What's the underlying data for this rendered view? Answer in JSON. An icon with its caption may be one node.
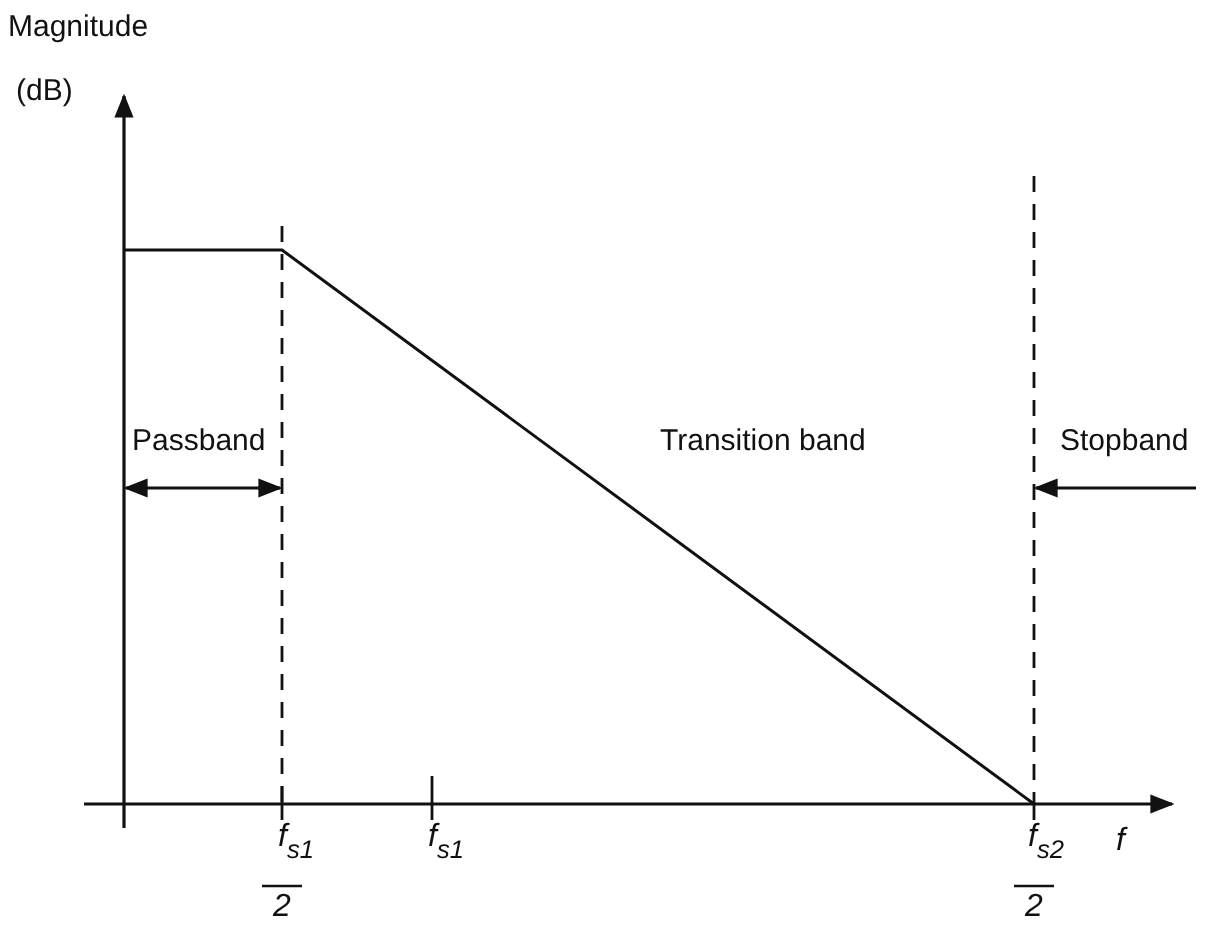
{
  "diagram": {
    "labels": [
      "Magnitude",
      "(dB)",
      "Passband",
      "Transition band",
      "Stopband",
      "f$_{s1}$",
      "2",
      "f$_{s1}$",
      "f$_{s2}$",
      "2",
      "f"
    ]
  }
}
